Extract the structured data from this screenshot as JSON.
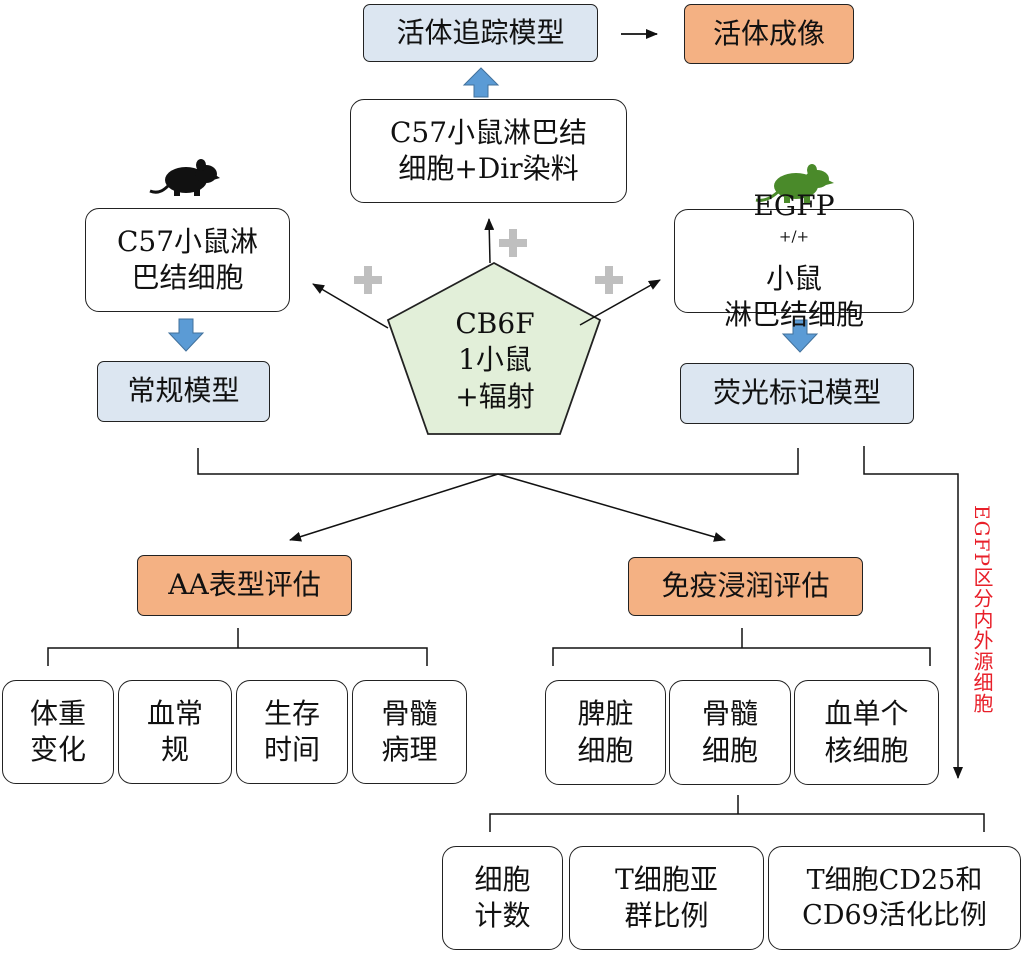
{
  "top": {
    "tracking_model": "活体追踪模型",
    "imaging": "活体成像",
    "c57_dir": [
      "C57小鼠淋巴结",
      "细胞+Dir染料"
    ]
  },
  "left": {
    "c57_cells": [
      "C57小鼠淋",
      "巴结细胞"
    ],
    "normal_model": "常规模型"
  },
  "right": {
    "egfp_line1": "EGFP",
    "egfp_sup": "+/+",
    "egfp_line1_tail": "小鼠",
    "egfp_line2": "淋巴结细胞",
    "fluor_model": "荧光标记模型"
  },
  "center": {
    "pentagon": [
      "CB6F",
      "1小鼠",
      "+辐射"
    ]
  },
  "evaluation": {
    "aa": "AA表型评估",
    "immune": "免疫浸润评估"
  },
  "aa_items": [
    [
      "体重",
      "变化"
    ],
    [
      "血常",
      "规"
    ],
    [
      "生存",
      "时间"
    ],
    [
      "骨髓",
      "病理"
    ]
  ],
  "immune_items": [
    [
      "脾脏",
      "细胞"
    ],
    [
      "骨髓",
      "细胞"
    ],
    [
      "血单个",
      "核细胞"
    ]
  ],
  "analysis_items": [
    [
      "细胞",
      "计数"
    ],
    [
      "T细胞亚",
      "群比例"
    ],
    [
      "T细胞CD25和",
      "CD69活化比例"
    ]
  ],
  "side_note": "EGFP区分内外源细胞",
  "colors": {
    "blue_fill": "#dce6f1",
    "orange_fill": "#f4b183",
    "pentagon_fill": "#e2efd9",
    "arrow_blue": "#5b9bd5",
    "mouse_black": "#111111",
    "mouse_green": "#4a8a2a",
    "plus_gray": "#bfbfbf",
    "note_red": "#e8202a"
  },
  "icons": [
    "black-mouse-icon",
    "green-mouse-icon",
    "plus-icon",
    "block-arrow-icon"
  ]
}
